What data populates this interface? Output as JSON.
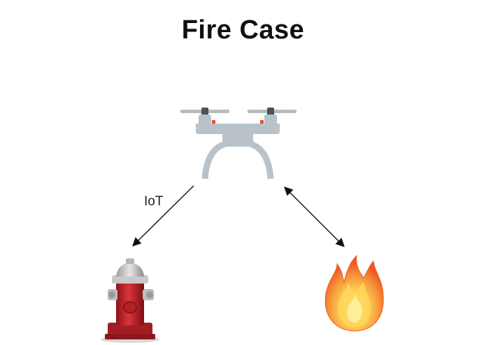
{
  "diagram": {
    "title": "Fire Case",
    "nodes": [
      {
        "id": "drone",
        "icon": "drone-icon"
      },
      {
        "id": "hydrant",
        "icon": "fire-hydrant-icon"
      },
      {
        "id": "fire",
        "icon": "fire-icon"
      }
    ],
    "edges": [
      {
        "from": "drone",
        "to": "hydrant",
        "label": "IoT",
        "direction": "one-way"
      },
      {
        "from": "drone",
        "to": "fire",
        "label": "",
        "direction": "two-way"
      }
    ]
  },
  "colors": {
    "drone_body": "#b8c2c8",
    "drone_accent": "#e8501e",
    "hydrant_red": "#c0242b",
    "hydrant_cap": "#c9c9c9",
    "flame_outer": "#f2732a",
    "flame_inner": "#ffd65a"
  }
}
